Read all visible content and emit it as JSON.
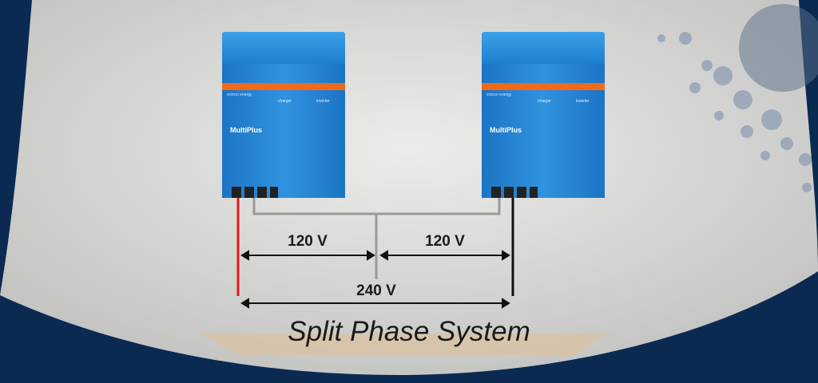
{
  "title": "Split Phase System",
  "labels": {
    "leg1": "120 V",
    "leg2": "120 V",
    "total": "240 V"
  },
  "devices": [
    {
      "brand": "victron energy",
      "model": "MultiPlus",
      "charger_label": "charger",
      "inverter_label": "inverter"
    },
    {
      "brand": "victron energy",
      "model": "MultiPlus",
      "charger_label": "charger",
      "inverter_label": "inverter"
    }
  ],
  "colors": {
    "wall": "#d8d8d6",
    "navy": "#0b2a52",
    "device_blue": "#2786d6",
    "stripe": "#f06a1c",
    "hot_wire": "#e01b1b",
    "neutral_wire": "#9a9a9a"
  }
}
